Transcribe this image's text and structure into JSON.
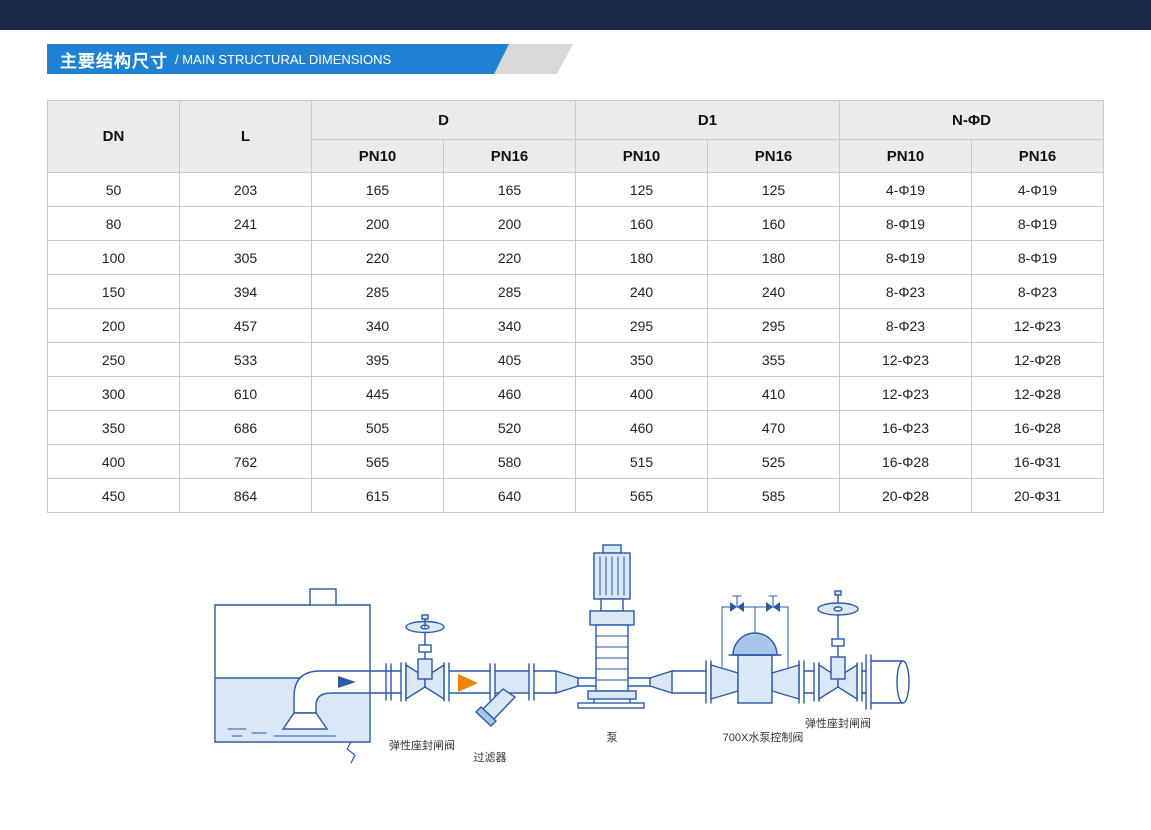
{
  "page": {
    "top_bar_color": "#1b2949",
    "background_color": "#ffffff"
  },
  "header": {
    "title_zh": "主要结构尺寸",
    "title_en": "/ MAIN STRUCTURAL DIMENSIONS",
    "banner_color": "#1f81d2",
    "accent_color": "#d9d9d9"
  },
  "table": {
    "group_headers": [
      "DN",
      "L",
      "D",
      "D1",
      "N-ΦD"
    ],
    "sub_headers": [
      "PN10",
      "PN16",
      "PN10",
      "PN16",
      "PN10",
      "PN16"
    ],
    "rows": [
      [
        "50",
        "203",
        "165",
        "165",
        "125",
        "125",
        "4-Φ19",
        "4-Φ19"
      ],
      [
        "80",
        "241",
        "200",
        "200",
        "160",
        "160",
        "8-Φ19",
        "8-Φ19"
      ],
      [
        "100",
        "305",
        "220",
        "220",
        "180",
        "180",
        "8-Φ19",
        "8-Φ19"
      ],
      [
        "150",
        "394",
        "285",
        "285",
        "240",
        "240",
        "8-Φ23",
        "8-Φ23"
      ],
      [
        "200",
        "457",
        "340",
        "340",
        "295",
        "295",
        "8-Φ23",
        "12-Φ23"
      ],
      [
        "250",
        "533",
        "395",
        "405",
        "350",
        "355",
        "12-Φ23",
        "12-Φ28"
      ],
      [
        "300",
        "610",
        "445",
        "460",
        "400",
        "410",
        "12-Φ23",
        "12-Φ28"
      ],
      [
        "350",
        "686",
        "505",
        "520",
        "460",
        "470",
        "16-Φ23",
        "16-Φ28"
      ],
      [
        "400",
        "762",
        "565",
        "580",
        "515",
        "525",
        "16-Φ28",
        "16-Φ31"
      ],
      [
        "450",
        "864",
        "615",
        "640",
        "565",
        "585",
        "20-Φ28",
        "20-Φ31"
      ]
    ]
  },
  "diagram": {
    "labels": {
      "gate_valve_left": "弹性座封闸阀",
      "strainer": "过滤器",
      "pump": "泵",
      "control_valve": "700X水泵控制阀",
      "gate_valve_right": "弹性座封闸阀"
    },
    "colors": {
      "line": "#2b59a8",
      "fill_light": "#d9e7f6",
      "fill_mid": "#a8c6e8",
      "arrow_orange": "#f08300"
    }
  }
}
